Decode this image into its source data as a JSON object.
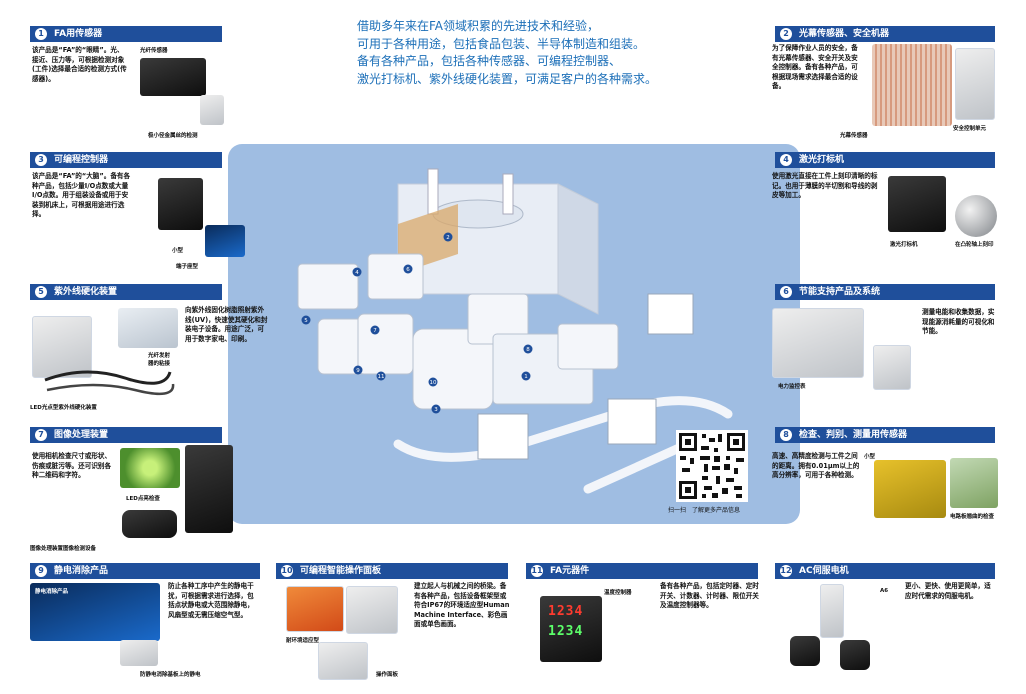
{
  "intro": {
    "lines": [
      "借助多年来在FA领域积累的先进技术和经验，",
      "可用于各种用途，包括食品包装、半导体制造和组装。",
      "备有各种产品，包括各种传感器、可编程控制器、",
      "激光打标机、紫外线硬化装置，可满足客户的各种需求。"
    ]
  },
  "sections": {
    "s1": {
      "num": "1",
      "title": "FA用传感器",
      "desc": "该产品是“FA”的“眼睛”。光、接近、压力等，可根据检测对象(工件)选择最合适的检测方式(传感器)。",
      "caps": [
        "光纤传感器",
        "极小径金属丝的检测"
      ]
    },
    "s2": {
      "num": "2",
      "title": "光幕传感器、安全机器",
      "desc": "为了保障作业人员的安全，备有光幕传感器、安全开关及安全控制器。备有各种产品，可根据现场需求选择最合适的设备。",
      "caps": [
        "光幕传感器",
        "安全控制单元"
      ]
    },
    "s3": {
      "num": "3",
      "title": "可编程控制器",
      "desc": "该产品是“FA”的“大脑”。备有各种产品，包括少量I/O点数或大量I/O点数。用于组装设备或用于安装到机床上，可根据用途进行选择。",
      "caps": [
        "小型",
        "端子座型"
      ]
    },
    "s4": {
      "num": "4",
      "title": "激光打标机",
      "desc": "使用激光直接在工件上刻印清晰的标记。也用于薄膜的半切割和导线的剥皮等加工。",
      "caps": [
        "激光打标机",
        "在凸轮轴上刻印"
      ]
    },
    "s5": {
      "num": "5",
      "title": "紫外线硬化装置",
      "desc": "向紫外线固化树脂照射紫外线(UV)，快速使其硬化和封装电子设备。用途广泛，可用于数字家电、印刷。",
      "caps": [
        "光纤发射器的粘接",
        "LED光点型紫外线硬化装置"
      ]
    },
    "s6": {
      "num": "6",
      "title": "节能支持产品及系统",
      "desc": "测量电能和收集数据，实现能源消耗量的可视化和节能。",
      "caps": [
        "电力监控表"
      ]
    },
    "s7": {
      "num": "7",
      "title": "图像处理装置",
      "desc": "使用相机检查尺寸或形状、伤痕或脏污等。还可识别各种二维码和字符。",
      "caps": [
        "LED点亮检查",
        "图像处理装置图像检测设备"
      ]
    },
    "s8": {
      "num": "8",
      "title": "检查、判别、测量用传感器",
      "desc": "高速、高精度检测与工件之间的距离。拥有0.01μm以上的高分辨率，可用于各种检测。",
      "caps": [
        "小型",
        "电路板翘曲的检查"
      ]
    },
    "s9": {
      "num": "9",
      "title": "静电消除产品",
      "desc": "防止各种工序中产生的静电干扰，可根据需求进行选择，包括点状静电或大范围除静电，风扇型或无需压缩空气型。",
      "caps": [
        "静电消除产品",
        "防静电消除基板上的静电"
      ]
    },
    "s10": {
      "num": "10",
      "title": "可编程智能操作面板",
      "desc": "建立起人与机械之间的桥梁。备有各种产品，包括设备框架型或符合IP67的环境适应型Human Machine Interface、彩色画面或单色画面。",
      "caps": [
        "耐环境适应型",
        "操作面板"
      ]
    },
    "s11": {
      "num": "11",
      "title": "FA元器件",
      "desc": "备有各种产品，包括定时器、定时开关、计数器、计时器、限位开关及温度控制器等。",
      "caps": [
        "温度控制器"
      ]
    },
    "s12": {
      "num": "12",
      "title": "AC伺服电机",
      "desc": "更小、更快、使用更简单，适应时代需求的伺服电机。",
      "caps": [
        "A6"
      ]
    }
  },
  "display": {
    "values": [
      "1234",
      "1234"
    ]
  },
  "qr": {
    "caption": "扫一扫　了解更多产品信息"
  },
  "factory": {
    "markers": [
      "1",
      "2",
      "3",
      "4",
      "5",
      "6",
      "7",
      "8",
      "9",
      "10",
      "11"
    ]
  }
}
